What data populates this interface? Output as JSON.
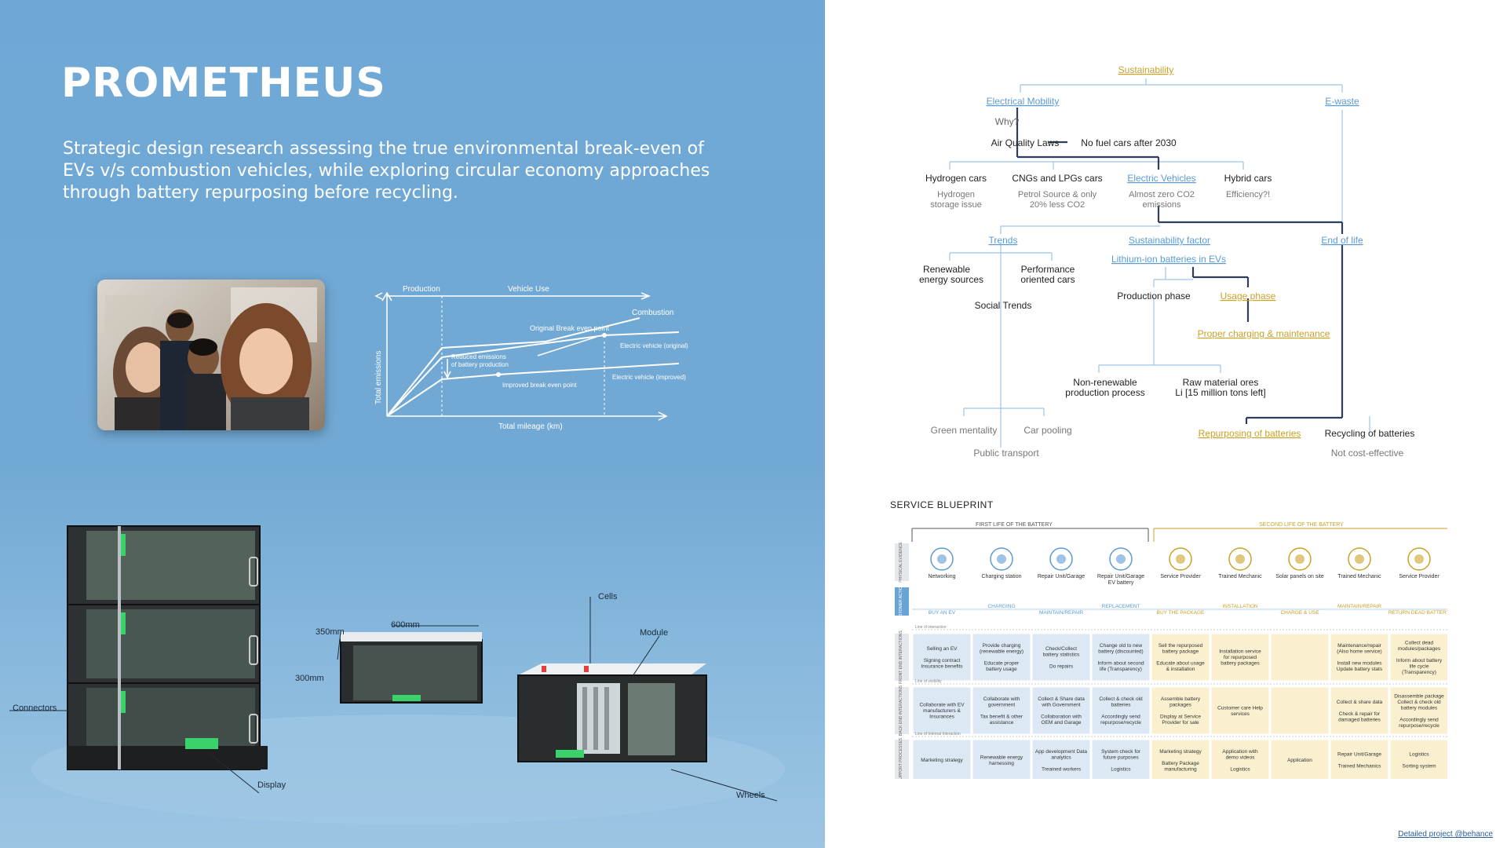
{
  "title": "PROMETHEUS",
  "subtitle": "Strategic design research assessing the true environmental break-even of EVs v/s combustion vehicles, while exploring circular economy approaches through battery repurposing before recycling.",
  "graph": {
    "production": "Production",
    "vehicle_use": "Vehicle Use",
    "combustion": "Combustion",
    "original_break_even": "Original Break even point",
    "ev_original": "Electric vehicle (original)",
    "reduced_1": "Reduced emissions",
    "reduced_2": "of battery production",
    "ev_improved": "Electric vehicle (improved)",
    "improved_break_even": "Improved break even point",
    "y_label": "Total emissions",
    "x_label": "Total mileage (km)"
  },
  "product": {
    "cells": "Cells",
    "module": "Module",
    "dim_600": "600mm",
    "dim_350": "350mm",
    "dim_300": "300mm",
    "connectors": "Connectors",
    "display": "Display",
    "wheels": "Wheels"
  },
  "mindmap": {
    "sustainability": "Sustainability",
    "electrical_mobility": "Electrical Mobility",
    "e_waste": "E-waste",
    "why": "Why?",
    "air_quality": "Air Quality Laws",
    "no_fuel": "No fuel cars after 2030",
    "hydrogen": "Hydrogen cars",
    "hydrogen_sub1": "Hydrogen",
    "hydrogen_sub2": "storage issue",
    "cng": "CNGs and LPGs cars",
    "cng_sub1": "Petrol Source & only",
    "cng_sub2": "20% less CO2",
    "ev": "Electric Vehicles",
    "ev_sub1": "Almost zero CO2",
    "ev_sub2": "emissions",
    "hybrid": "Hybrid cars",
    "hybrid_sub": "Efficiency?!",
    "trends": "Trends",
    "sust_factor": "Sustainability factor",
    "end_of_life": "End of life",
    "li_ion": "Lithium-ion batteries in EVs",
    "renewable1": "Renewable",
    "renewable2": "energy sources",
    "performance1": "Performance",
    "performance2": "oriented cars",
    "social_trends": "Social Trends",
    "production_phase": "Production phase",
    "usage_phase": "Usage phase",
    "proper_charging": "Proper charging & maintenance",
    "non_renew1": "Non-renewable",
    "non_renew2": "production process",
    "raw_material1": "Raw material ores",
    "raw_material2": "Li [15 million tons left]",
    "green": "Green mentality",
    "car_pool": "Car pooling",
    "public": "Public transport",
    "repurposing": "Repurposing of batteries",
    "recycling": "Recycling of batteries",
    "not_cost": "Not cost-effective"
  },
  "blueprint": {
    "title": "SERVICE BLUEPRINT",
    "first_life": "FIRST LIFE OF THE BATTERY",
    "second_life": "SECOND LIFE OF THE BATTERY",
    "row_labels": [
      "PHYSICAL EVIDENCE",
      "CUSTOMER ACTIONS",
      "FRONT END INTERACTIONS",
      "BACK END INTERACTIONS",
      "SUPPORT PROCESSES"
    ],
    "line_interaction": "Line of interaction",
    "line_visibility": "Line of visibility",
    "line_internal": "Line of Internal Interaction",
    "evidence": [
      "Networking",
      "Charging station",
      "Repair Unit/Garage",
      "Repair Unit/Garage EV battery",
      "Service Provider",
      "Trained Mechanic",
      "Solar panels on site",
      "Trained Mechanic",
      "Service Provider"
    ],
    "actions": [
      "BUY AN EV",
      "CHARGING",
      "MAINTAIN/REPAIR",
      "REPLACEMENT",
      "BUY THE PACKAGE",
      "INSTALLATION",
      "CHARGE & USE",
      "MAINTAIN/REPAIR",
      "RETURN DEAD BATTERY"
    ],
    "front": [
      [
        "Selling an EV",
        "Signing contract Insurance benefits"
      ],
      [
        "Provide charging (renewable energy)",
        "Educate proper battery usage"
      ],
      [
        "Check/Collect battery statistics",
        "Do repairs"
      ],
      [
        "Change old to new battery (discounted)",
        "Inform about second life (Transparency)"
      ],
      [
        "Sell the repurposed battery package",
        "Educate about usage & installation"
      ],
      [
        "Installation service for repurposed battery packages"
      ],
      [],
      [
        "Maintenance/repair (Also home service)",
        "Install new modules Update battery stats"
      ],
      [
        "Collect dead modules/packages",
        "Inform about battery life cycle (Transparency)"
      ]
    ],
    "back": [
      [
        "Collaborate with EV manufacturers & Insurances"
      ],
      [
        "Collaborate with government",
        "Tax benefit & other assistance"
      ],
      [
        "Collect & Share data with Government",
        "Collaboration with OEM and Garage"
      ],
      [
        "Collect & check old batteries",
        "Accordingly send repurpose/recycle"
      ],
      [
        "Assemble battery packages",
        "Display at Service Provider for sale"
      ],
      [
        "Customer care Help services"
      ],
      [],
      [
        "Collect & share data",
        "Check & repair for damaged batteries"
      ],
      [
        "Disassemble package Collect & check old battery modules",
        "Accordingly send repurpose/recycle"
      ]
    ],
    "support": [
      [
        "Marketing strategy"
      ],
      [
        "Renewable energy harnessing"
      ],
      [
        "App development Data analytics",
        "Treained workers"
      ],
      [
        "System check for future purposes",
        "Logistics"
      ],
      [
        "Marketing strategy",
        "Battery Package manufacturing"
      ],
      [
        "Application with demo videos",
        "Logistics"
      ],
      [
        "Application"
      ],
      [
        "Repair Unit/Garage",
        "Trained Mechanics"
      ],
      [
        "Logistics",
        "Sorting system"
      ]
    ]
  },
  "footer_link": "Detailed project @behance",
  "colors": {
    "panel_blue": "#72a9d4",
    "mindmap_blue": "#5b9bd5",
    "mindmap_dark": "#2f3e5c",
    "gold": "#c9a227",
    "first_life_fill": "#dce9f5",
    "second_life_fill": "#faf0cf"
  }
}
